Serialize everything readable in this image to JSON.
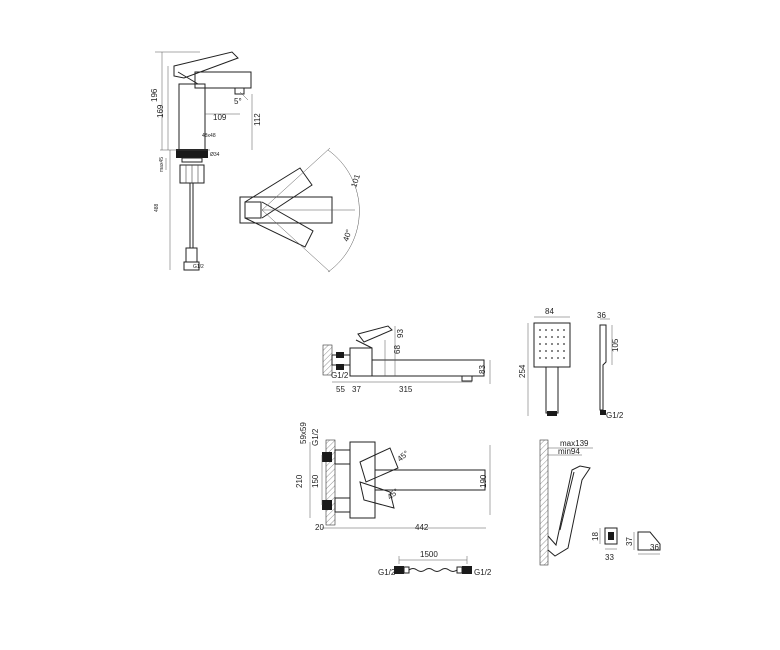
{
  "basin_mixer": {
    "height_total": "196",
    "height_spout": "169",
    "spout_reach": "109",
    "spout_tilt": "5°",
    "spout_outlet_height": "112",
    "base_size": "48x48",
    "hole_diameter": "Ø34",
    "max_deck_thickness": "max45",
    "hose_length": "488",
    "connection": "G1/2"
  },
  "top_view_basin": {
    "rotation_radius": "101",
    "rotation_angle": "40°"
  },
  "bath_mixer_side": {
    "handle_height": "93",
    "body_height": "68",
    "outlet_height": "83",
    "connection": "G1/2",
    "wall_offset": "55",
    "body_depth": "37",
    "spout_length": "315"
  },
  "bath_mixer_top": {
    "eccentric_size": "59x59",
    "connection": "G1/2",
    "handle_angle_1": "45°",
    "handle_angle_2": "45°",
    "total_height": "210",
    "centers": "150",
    "spout_width": "190",
    "wall_gap": "20",
    "spout_reach": "442"
  },
  "hand_shower": {
    "head_width": "84",
    "total_length": "254",
    "head_depth": "36",
    "head_length": "105",
    "connection": "G1/2"
  },
  "holder": {
    "max_reach": "max139",
    "min_reach": "min94",
    "bracket_height": "18",
    "bracket_width": "33",
    "mount_height": "37",
    "mount_depth": "36"
  },
  "hose": {
    "length": "1500",
    "left_connection": "G1/2",
    "right_connection": "G1/2"
  }
}
